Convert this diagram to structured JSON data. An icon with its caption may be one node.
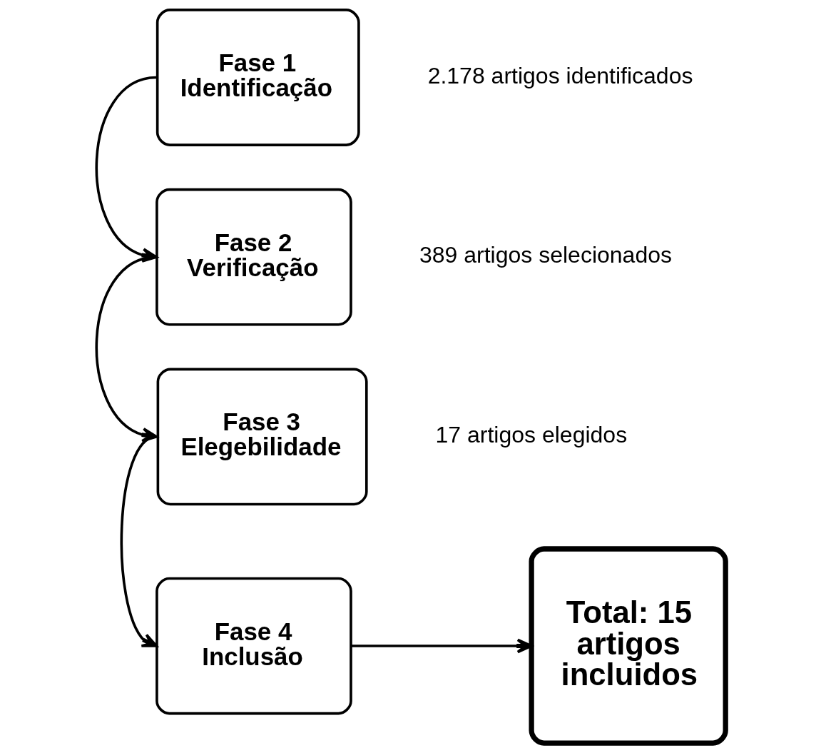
{
  "diagram": {
    "nodes": [
      {
        "text": [
          "Fase 1 Identificação"
        ],
        "beside": [
          "2.178 artigos identificados"
        ]
      },
      {
        "text": [
          "Fase 2 Verificação"
        ],
        "beside": [
          "389 artigos selecionados"
        ]
      },
      {
        "text": [
          "Fase 3 Elegebilidade"
        ],
        "beside": [
          "17 artigos elegidos"
        ]
      },
      {
        "text": [
          "Fase 4 Inclusão"
        ]
      },
      {
        "text": [
          "Total: 15 artigos incluidos"
        ]
      }
    ],
    "edges": [
      {
        "from": 0,
        "to": 1,
        "arrow": "to"
      },
      {
        "from": 1,
        "to": 2,
        "arrow": "to"
      },
      {
        "from": 2,
        "to": 3,
        "arrow": "to"
      },
      {
        "from": 3,
        "to": 4,
        "arrow": "to"
      }
    ]
  }
}
